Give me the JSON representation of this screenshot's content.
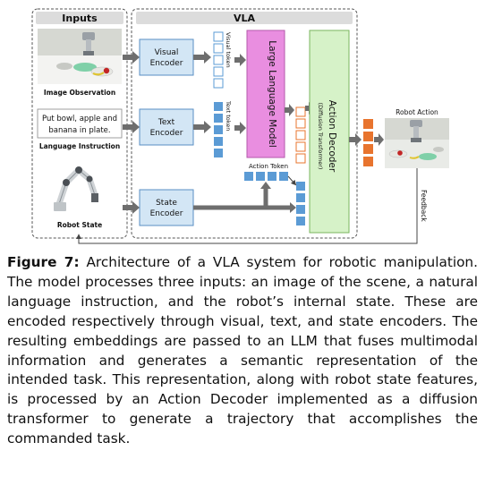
{
  "figure": {
    "inputs_title": "Inputs",
    "vla_title": "VLA",
    "image_observation": "Image Observation",
    "instruction_text_line1": "Put bowl, apple and",
    "instruction_text_line2": "banana in plate.",
    "language_instruction": "Language Instruction",
    "robot_state": "Robot State",
    "visual_encoder_line1": "Visual",
    "visual_encoder_line2": "Encoder",
    "text_encoder_line1": "Text",
    "text_encoder_line2": "Encoder",
    "state_encoder_line1": "State",
    "state_encoder_line2": "Encoder",
    "visual_token": "Visual token",
    "text_token": "Text token",
    "llm": "Large Language Model",
    "action_token": "Action Token",
    "action_decoder": "Action Decoder",
    "action_decoder_sub": "(Diffusion Transformer)",
    "robot_action": "Robot Action",
    "feedback": "Feedback"
  },
  "caption": {
    "label": "Figure 7:",
    "text": " Architecture of a VLA system for robotic manipulation. The model processes three inputs: an image of the scene, a natural language instruction, and the robot’s internal state. These are encoded respectively through visual, text, and state encoders. The resulting embeddings are passed to an LLM that fuses multimodal information and generates a semantic representation of the intended task. This representation, along with robot state features, is processed by an Action Decoder implemented as a diffusion transformer to generate a trajectory that accomplishes the commanded task."
  },
  "colors": {
    "encoder_fill": "#d3e6f5",
    "encoder_stroke": "#5a8fc4",
    "token_fill": "#5b9bd5",
    "llm_fill": "#e98ee0",
    "decoder_fill": "#d6f2c8",
    "action_fill": "#e8742e",
    "arrow": "#6e6e6e",
    "title_bar": "#dcdcdc"
  }
}
